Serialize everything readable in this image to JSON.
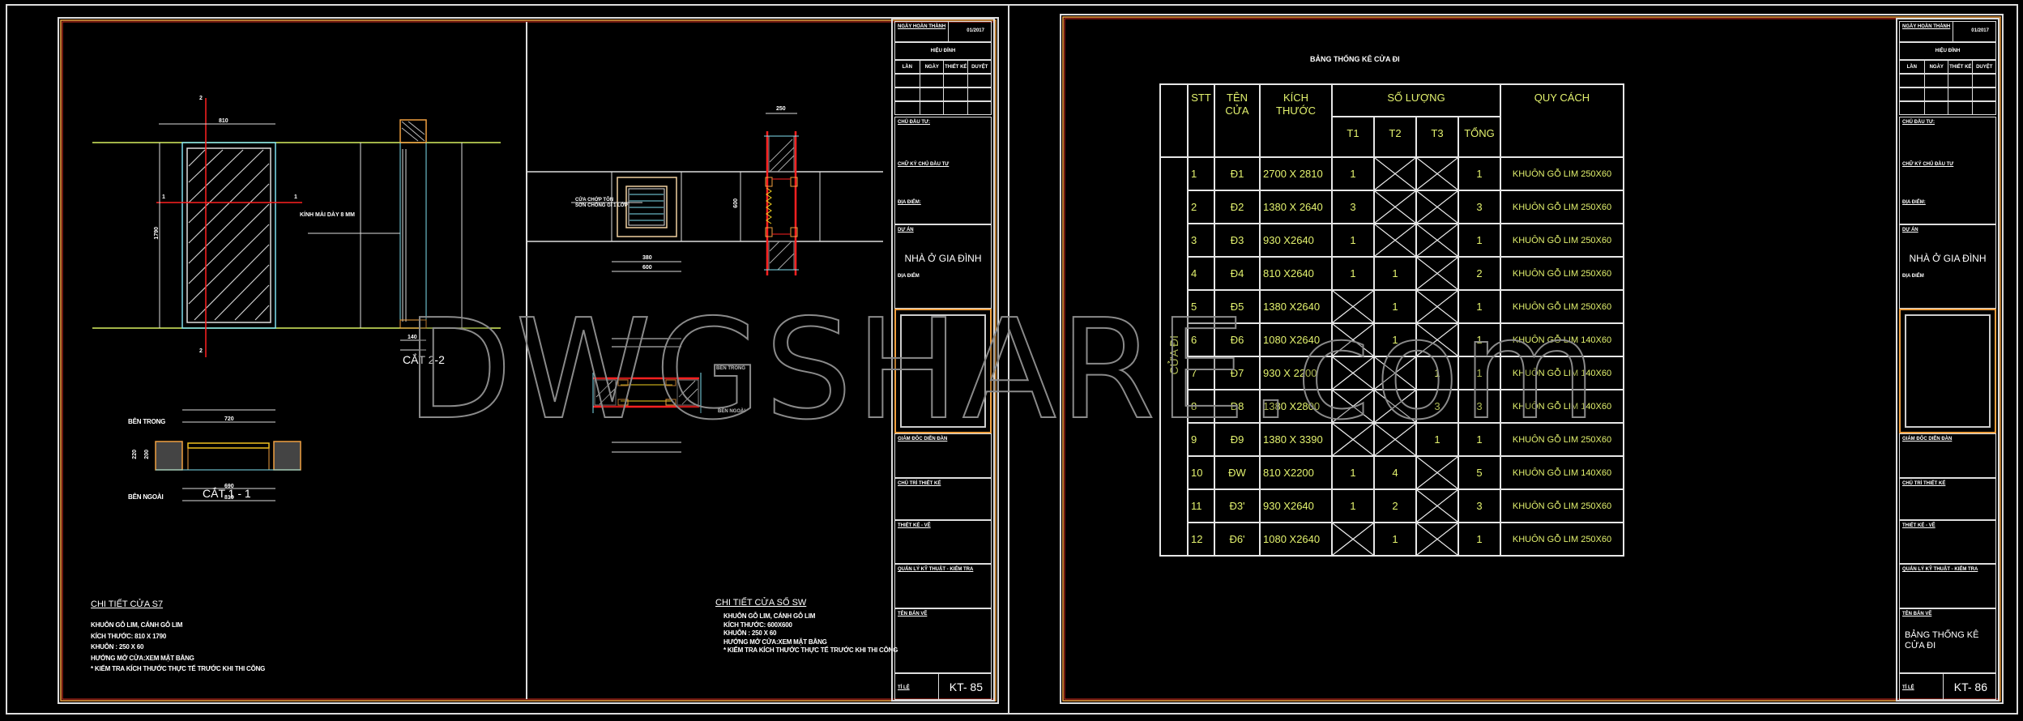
{
  "watermark": "DWGSHARE.com",
  "sheet1": {
    "door_detail": {
      "mark": "S7",
      "section_marks": [
        "1",
        "1",
        "2",
        "2"
      ],
      "glass_note": "KÍNH MÀI DÀY 8 MM",
      "section_22_title": "CẮT 2-2",
      "section_11_title": "CẮT 1 - 1",
      "inside_label": "BÊN TRONG",
      "outside_label": "BÊN NGOÀI",
      "dims": {
        "width": "810",
        "clear_width": "720",
        "inner_width": "690",
        "width_b": "810",
        "height": "1790",
        "depth": "220",
        "depth_inner": "200",
        "frame": "140"
      },
      "notes_title": "CHI TIẾT CỬA S7",
      "notes": [
        "KHUÔN GỖ LIM, CÁNH GỖ LIM",
        "KÍCH THƯỚC: 810 X 1790",
        "KHUÔN : 250 X 60",
        "HƯỚNG MỞ CỬA:XEM MẶT BẰNG",
        "* KIỂM TRA KÍCH THƯỚC THỰC TẾ TRƯỚC KHI THI CÔNG"
      ]
    },
    "window_detail": {
      "callout": [
        "CỬA CHỚP TÔN",
        "SƠN CHỐNG GỈ 1 LỚP"
      ],
      "dims": {
        "width": "600",
        "inner": "380",
        "height": "600",
        "depth": "250"
      },
      "inside_label": "BÊN TRONG",
      "outside_label": "BÊN NGOÀI",
      "notes_title": "CHI TIẾT CỬA SỔ SW",
      "notes": [
        "KHUÔN GỖ LIM, CÁNH GỖ LIM",
        "KÍCH THƯỚC: 600X600",
        "KHUÔN : 250 X 60",
        "HƯỚNG MỞ CỬA:XEM MẶT BẰNG",
        "* KIỂM TRA KÍCH THƯỚC THỰC TẾ TRƯỚC KHI THI CÔNG"
      ]
    },
    "title_block": {
      "completion_label": "NGÀY HOÀN THÀNH",
      "completion_date": "01/2017",
      "revision_label": "HIỆU ĐÍNH",
      "revision_cols": [
        "LẦN",
        "NGÀY",
        "THIẾT KẾ",
        "DUYỆT"
      ],
      "owner_label": "CHỦ ĐẦU TƯ:",
      "owner_sign_label": "CHỮ KÝ CHỦ ĐẦU TƯ",
      "location_label": "ĐỊA ĐIỂM:",
      "project_label": "DỰ ÁN",
      "project_name": "NHÀ Ở GIA ĐÌNH",
      "project_location_label": "ĐỊA ĐIỂM",
      "director_label": "GIÁM ĐỐC DIỄN ĐÀN",
      "lead_designer_label": "CHỦ TRÌ THIẾT KẾ",
      "designer_label": "THIẾT KẾ - VẼ",
      "qa_label": "QUẢN LÝ KỸ THUẬT - KIỂM TRA",
      "drawing_name_label": "TÊN BẢN VẼ",
      "drawing_name": "",
      "scale_label": "TỈ LỆ",
      "sheet_number": "KT- 85"
    }
  },
  "sheet2": {
    "table_title": "BẢNG THỐNG KÊ CỬA ĐI",
    "group_label": "CỬA ĐI",
    "headers": {
      "stt": "STT",
      "name": [
        "TÊN",
        "CỬA"
      ],
      "size": [
        "KÍCH",
        "THƯỚC"
      ],
      "qty": "SỐ LƯỢNG",
      "t1": "T1",
      "t2": "T2",
      "t3": "T3",
      "total": "TỔNG",
      "spec": "QUY CÁCH"
    },
    "rows": [
      {
        "stt": "1",
        "name": "Đ1",
        "size": "2700 X 2810",
        "t1": "1",
        "t2": null,
        "t3": null,
        "total": "1",
        "spec": "KHUÔN GỖ LIM 250X60"
      },
      {
        "stt": "2",
        "name": "Đ2",
        "size": "1380 X 2640",
        "t1": "3",
        "t2": null,
        "t3": null,
        "total": "3",
        "spec": "KHUÔN GỖ LIM 250X60"
      },
      {
        "stt": "3",
        "name": "Đ3",
        "size": "930 X2640",
        "t1": "1",
        "t2": null,
        "t3": null,
        "total": "1",
        "spec": "KHUÔN GỖ LIM 250X60"
      },
      {
        "stt": "4",
        "name": "Đ4",
        "size": "810 X2640",
        "t1": "1",
        "t2": "1",
        "t3": null,
        "total": "2",
        "spec": "KHUÔN GỖ LIM 250X60"
      },
      {
        "stt": "5",
        "name": "Đ5",
        "size": "1380 X2640",
        "t1": null,
        "t2": "1",
        "t3": null,
        "total": "1",
        "spec": "KHUÔN GỖ LIM 250X60"
      },
      {
        "stt": "6",
        "name": "Đ6",
        "size": "1080 X2640",
        "t1": null,
        "t2": "1",
        "t3": null,
        "total": "1",
        "spec": "KHUÔN GỖ LIM 140X60"
      },
      {
        "stt": "7",
        "name": "Đ7",
        "size": "930 X 2200",
        "t1": null,
        "t2": null,
        "t3": "1",
        "total": "1",
        "spec": "KHUÔN GỖ LIM 140X60"
      },
      {
        "stt": "8",
        "name": "Đ8",
        "size": "1380 X2800",
        "t1": null,
        "t2": null,
        "t3": "3",
        "total": "3",
        "spec": "KHUÔN GỖ LIM 140X60"
      },
      {
        "stt": "9",
        "name": "Đ9",
        "size": "1380 X 3390",
        "t1": null,
        "t2": null,
        "t3": "1",
        "total": "1",
        "spec": "KHUÔN GỖ LIM 250X60"
      },
      {
        "stt": "10",
        "name": "ĐW",
        "size": "810 X2200",
        "t1": "1",
        "t2": "4",
        "t3": null,
        "total": "5",
        "spec": "KHUÔN GỖ LIM 140X60"
      },
      {
        "stt": "11",
        "name": "Đ3'",
        "size": "930 X2640",
        "t1": "1",
        "t2": "2",
        "t3": null,
        "total": "3",
        "spec": "KHUÔN GỖ LIM 250X60"
      },
      {
        "stt": "12",
        "name": "Đ6'",
        "size": "1080 X2640",
        "t1": null,
        "t2": "1",
        "t3": null,
        "total": "1",
        "spec": "KHUÔN GỖ LIM 250X60"
      }
    ],
    "title_block": {
      "completion_label": "NGÀY HOÀN THÀNH",
      "completion_date": "01/2017",
      "revision_label": "HIỆU ĐÍNH",
      "revision_cols": [
        "LẦN",
        "NGÀY",
        "THIẾT KẾ",
        "DUYỆT"
      ],
      "owner_label": "CHỦ ĐẦU TƯ:",
      "owner_sign_label": "CHỮ KÝ CHỦ ĐẦU TƯ",
      "location_label": "ĐỊA ĐIỂM:",
      "project_label": "DỰ ÁN",
      "project_name": "NHÀ Ở GIA ĐÌNH",
      "project_location_label": "ĐỊA ĐIỂM",
      "director_label": "GIÁM ĐỐC DIỄN ĐÀN",
      "lead_designer_label": "CHỦ TRÌ THIẾT KẾ",
      "designer_label": "THIẾT KẾ - VẼ",
      "qa_label": "QUẢN LÝ KỸ THUẬT - KIỂM TRA",
      "drawing_name_label": "TÊN BẢN VẼ",
      "drawing_name": "BẢNG THỐNG KÊ CỬA ĐI",
      "scale_label": "TỈ LỆ",
      "sheet_number": "KT- 86"
    }
  },
  "colors": {
    "frame": "#e0e0e0",
    "border_orange": "#f0a040",
    "border_red": "#e03020",
    "table_text": "#e3f26e",
    "guide": "#d8f060",
    "cyan": "#7fe0f0",
    "section_red": "#ff2020"
  }
}
